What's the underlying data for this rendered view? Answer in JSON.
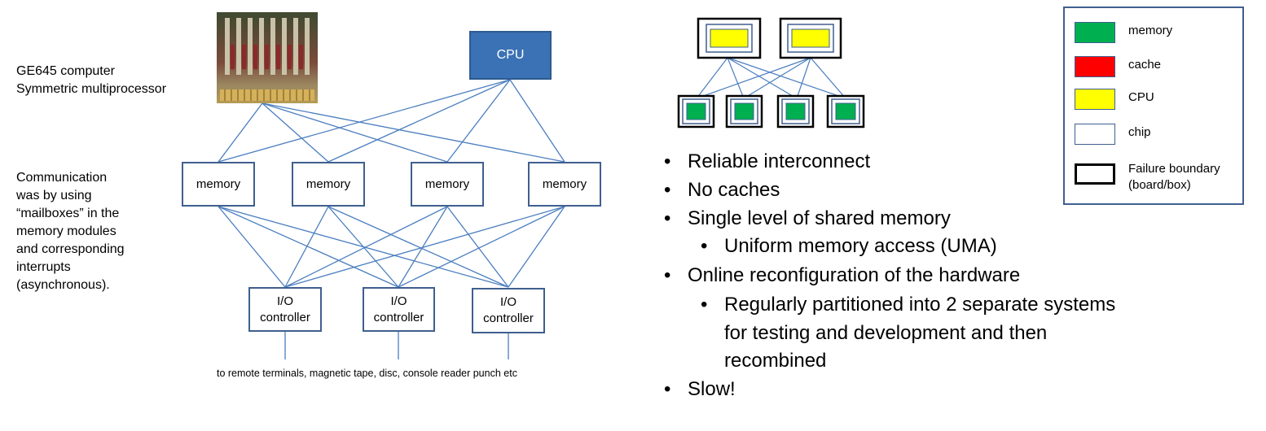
{
  "left_notes": {
    "title": "GE645 computer\nSymmetric multiprocessor",
    "communication": "Communication\nwas by using\n“mailboxes” in the\nmemory modules\nand corresponding\ninterrupts\n(asynchronous)."
  },
  "diagram": {
    "cpu_label": "CPU",
    "memories": [
      "memory",
      "memory",
      "memory",
      "memory"
    ],
    "io_controllers": [
      "I/O\ncontroller",
      "I/O\ncontroller",
      "I/O\ncontroller"
    ],
    "caption": "to remote terminals, magnetic tape, disc, console reader punch etc"
  },
  "bullets": [
    {
      "text": "Reliable interconnect",
      "level": 1
    },
    {
      "text": "No caches",
      "level": 1
    },
    {
      "text": "Single level of shared memory",
      "level": 1
    },
    {
      "text": "Uniform memory access (UMA)",
      "level": 2
    },
    {
      "text": "Online reconfiguration of the hardware",
      "level": 1
    },
    {
      "text": "Regularly partitioned into 2 separate systems",
      "level": 2
    },
    {
      "text": "for testing and development and then",
      "level": 2,
      "continuation": true
    },
    {
      "text": "recombined",
      "level": 2,
      "continuation": true
    },
    {
      "text": "Slow!",
      "level": 1
    }
  ],
  "legend": [
    {
      "label": "memory",
      "type": "memory",
      "color": "#00b050"
    },
    {
      "label": "cache",
      "type": "cache",
      "color": "#ff0000"
    },
    {
      "label": "CPU",
      "type": "cpu",
      "color": "#ffff00"
    },
    {
      "label": "chip",
      "type": "chip",
      "color": "#ffffff"
    },
    {
      "label": "Failure boundary\n(board/box)",
      "type": "failure-boundary",
      "color": "#ffffff"
    }
  ],
  "colors": {
    "line": "#4a7ebf",
    "cpu_fill": "#3b72b5",
    "box_border": "#3f5f8f"
  }
}
